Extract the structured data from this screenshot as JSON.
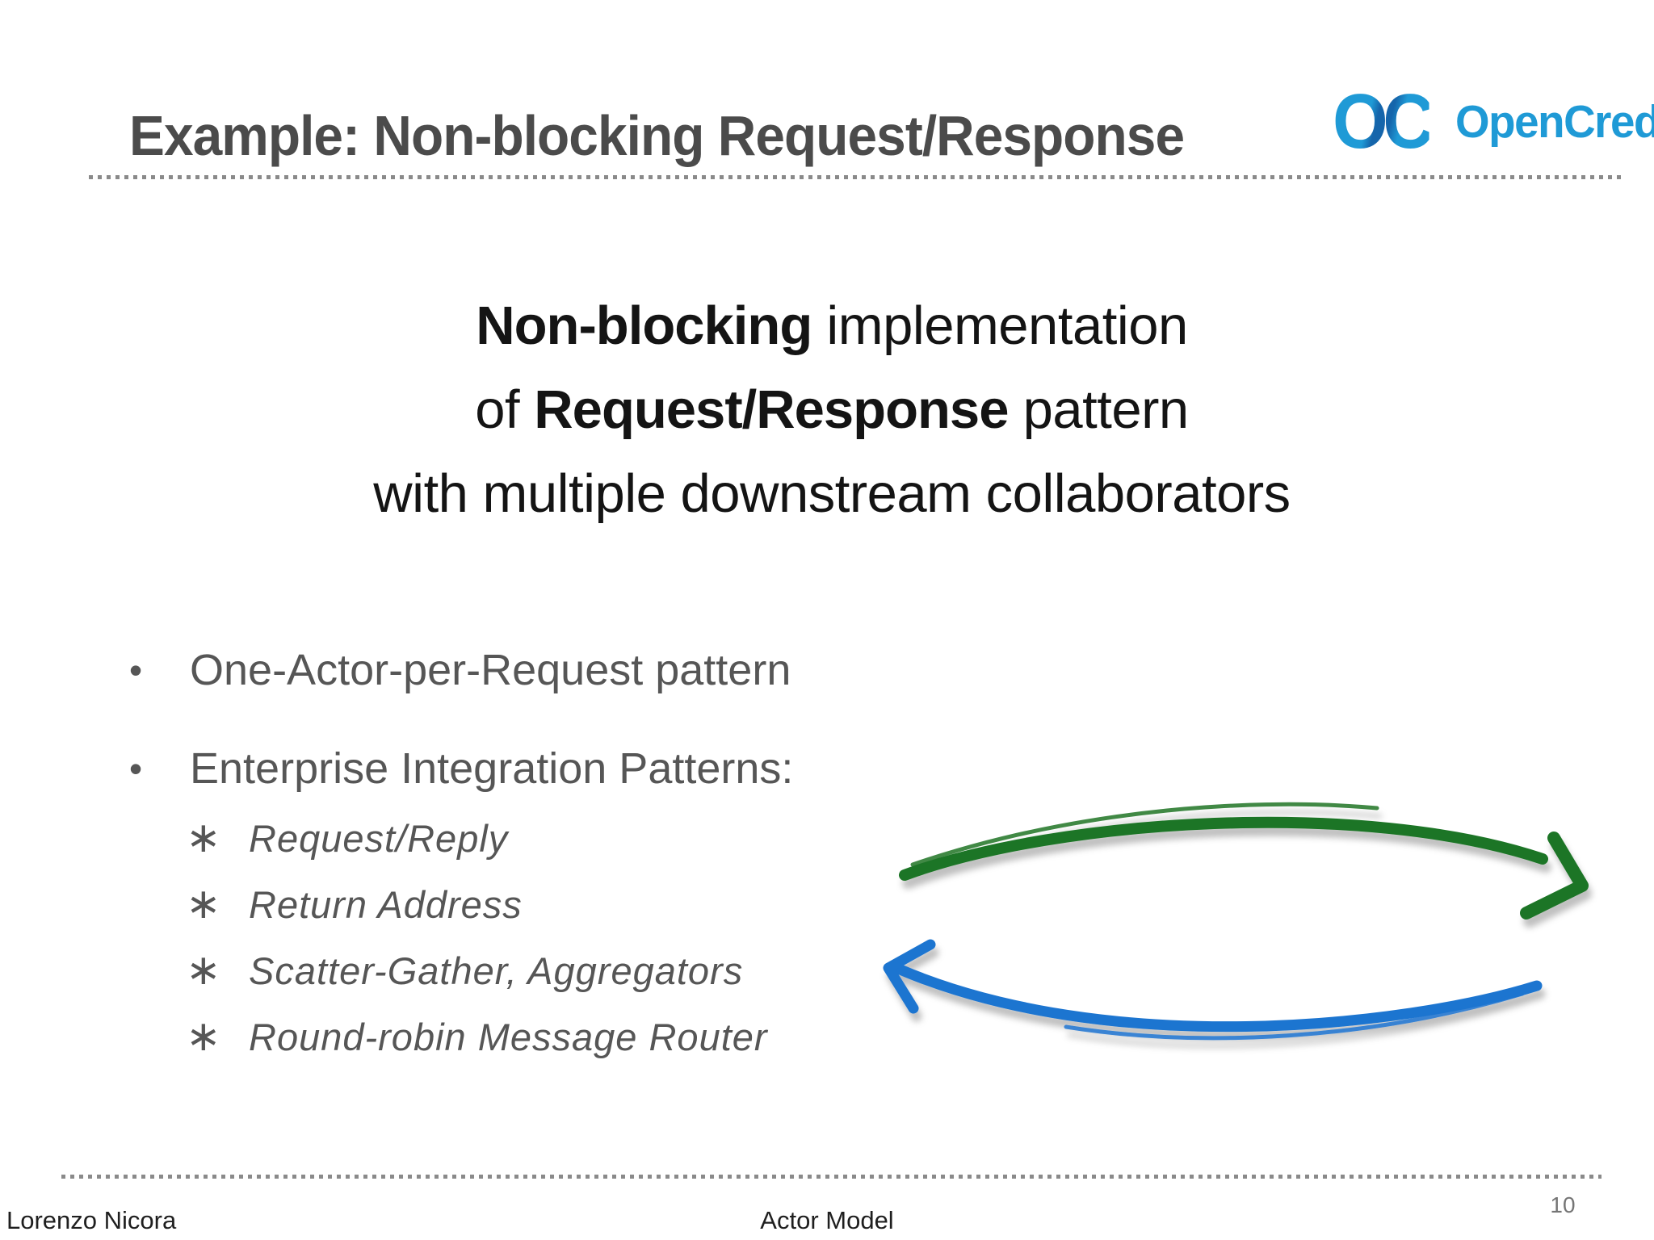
{
  "slide": {
    "title": "Example: Non-blocking Request/Response",
    "logo": {
      "mark": "OC",
      "text": "OpenCredo"
    },
    "heading": {
      "line1_bold": "Non-blocking",
      "line1_rest": " implementation",
      "line2_pre": "of ",
      "line2_bold": "Request/Response",
      "line2_rest": " pattern",
      "line3": "with multiple downstream collaborators"
    },
    "bullets": [
      {
        "marker": "•",
        "text": "One-Actor-per-Request pattern"
      },
      {
        "marker": "•",
        "text": "Enterprise Integration Patterns:"
      }
    ],
    "sub_bullets": [
      {
        "marker": "∗",
        "text": "Request/Reply"
      },
      {
        "marker": "∗",
        "text": "Return Address"
      },
      {
        "marker": "∗",
        "text": "Scatter-Gather, Aggregators"
      },
      {
        "marker": "∗",
        "text": "Round-robin Message Router"
      }
    ],
    "footer": {
      "author": "Lorenzo Nicora",
      "center": "Actor Model",
      "page": "10"
    },
    "colors": {
      "title_gray": "#4b4b4b",
      "heading_black": "#141414",
      "body_gray": "#565656",
      "logo_blue": "#1f9ad6",
      "logo_dark_blue": "#1565ab",
      "arrow_green": "#1e7427",
      "arrow_blue": "#1e74d0",
      "dots": "#8a8a8a"
    }
  }
}
